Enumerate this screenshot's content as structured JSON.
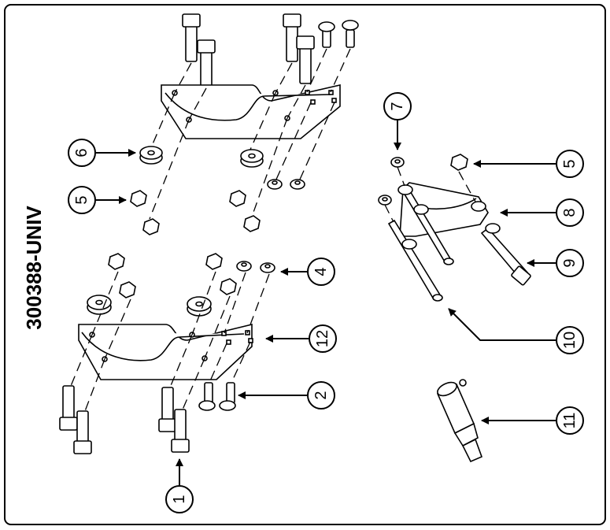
{
  "drawing": {
    "part_number": "300388-UNIV"
  },
  "callouts": [
    {
      "label": "1"
    },
    {
      "label": "2"
    },
    {
      "label": "4"
    },
    {
      "label": "12"
    },
    {
      "label": "5"
    },
    {
      "label": "6"
    },
    {
      "label": "7"
    },
    {
      "label": "5"
    },
    {
      "label": "8"
    },
    {
      "label": "9"
    },
    {
      "label": "10"
    },
    {
      "label": "11"
    }
  ]
}
